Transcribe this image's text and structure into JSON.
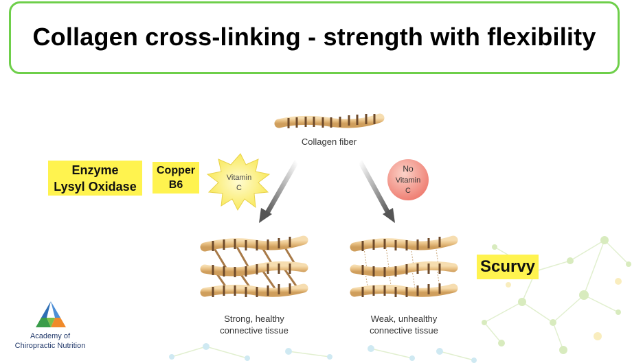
{
  "title": "Collagen cross-linking - strength with flexibility",
  "labels": {
    "collagen_fiber": "Collagen fiber",
    "vitamin_c": [
      "Vitamin",
      "C"
    ],
    "no_vitamin_c": [
      "No",
      "Vitamin",
      "C"
    ],
    "strong": [
      "Strong, healthy",
      "connective tissue"
    ],
    "weak": [
      "Weak, unhealthy",
      "connective tissue"
    ]
  },
  "highlights": {
    "enzyme": [
      "Enzyme",
      "Lysyl Oxidase"
    ],
    "copper": [
      "Copper",
      "B6"
    ],
    "scurvy": "Scurvy"
  },
  "logo": {
    "line1": "Academy of",
    "line2": "Chiropractic Nutrition"
  },
  "colors": {
    "title_border": "#6ecf4a",
    "highlight": "#fff34f",
    "fiber": "#e9c48c",
    "fiber_band": "#7a5230",
    "star": "#fdf075",
    "no_vitamin_circle": "#f3877c",
    "arrow": "#666666"
  }
}
